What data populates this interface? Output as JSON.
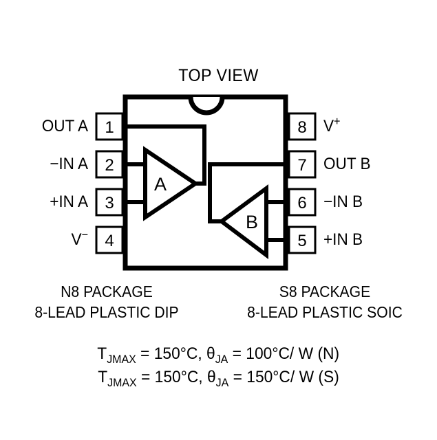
{
  "diagram": {
    "title": "TOP VIEW",
    "colors": {
      "ink": "#000000",
      "background": "#ffffff"
    },
    "pins": {
      "left": [
        {
          "number": "1",
          "label": "OUT A"
        },
        {
          "number": "2",
          "label": "−IN A"
        },
        {
          "number": "3",
          "label": "+IN A"
        },
        {
          "number": "4",
          "label": "V",
          "sup": "−"
        }
      ],
      "right": [
        {
          "number": "8",
          "label": "V",
          "sup": "+"
        },
        {
          "number": "7",
          "label": "OUT B"
        },
        {
          "number": "6",
          "label": "−IN B"
        },
        {
          "number": "5",
          "label": "+IN B"
        }
      ]
    },
    "amplifiers": [
      {
        "id": "A",
        "label": "A"
      },
      {
        "id": "B",
        "label": "B"
      }
    ],
    "packages": [
      {
        "name": "N8 PACKAGE",
        "description": "8-LEAD PLASTIC DIP"
      },
      {
        "name": "S8 PACKAGE",
        "description": "8-LEAD PLASTIC SOIC"
      }
    ],
    "thermal": [
      {
        "tj_symbol": "T",
        "tj_sub": "JMAX",
        "tj_value": " = 150°C, ",
        "theta_symbol": "θ",
        "theta_sub": "JA",
        "theta_value": " = 100°C/ W (N)"
      },
      {
        "tj_symbol": "T",
        "tj_sub": "JMAX",
        "tj_value": " = 150°C, ",
        "theta_symbol": "θ",
        "theta_sub": "JA",
        "theta_value": " = 150°C/ W (S)"
      }
    ]
  }
}
